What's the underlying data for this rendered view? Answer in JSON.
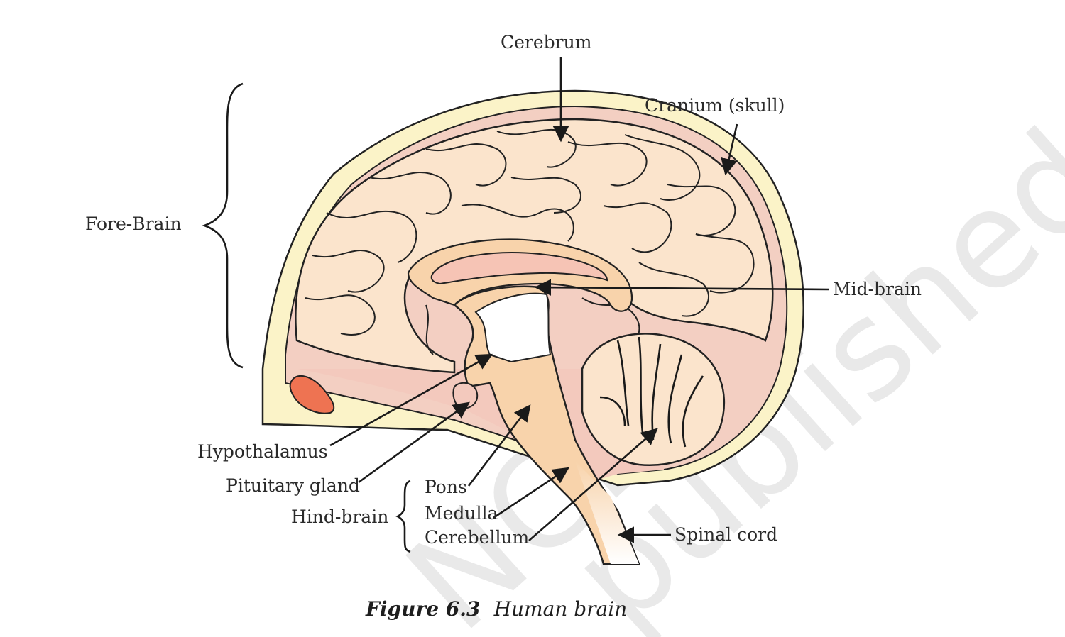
{
  "labels": {
    "cerebrum": "Cerebrum",
    "cranium": "Cranium (skull)",
    "fore_brain": "Fore-Brain",
    "mid_brain": "Mid-brain",
    "hypothalamus": "Hypothalamus",
    "pituitary": "Pituitary gland",
    "hind_brain": "Hind-brain",
    "pons": "Pons",
    "medulla": "Medulla",
    "cerebellum": "Cerebellum",
    "spinal_cord": "Spinal cord"
  },
  "caption": {
    "number": "Figure 6.3",
    "title": "Human brain"
  },
  "watermark": {
    "line1": "NCERT",
    "line2": "published"
  },
  "colors": {
    "cranium": "#fbf3c8",
    "meninges": "#f3cfc2",
    "cerebrum": "#fbe4cc",
    "brainstem": "#f8d3ab",
    "ventricle": "#f6c4b5",
    "sinus": "#ee7352",
    "outline": "#222222"
  }
}
